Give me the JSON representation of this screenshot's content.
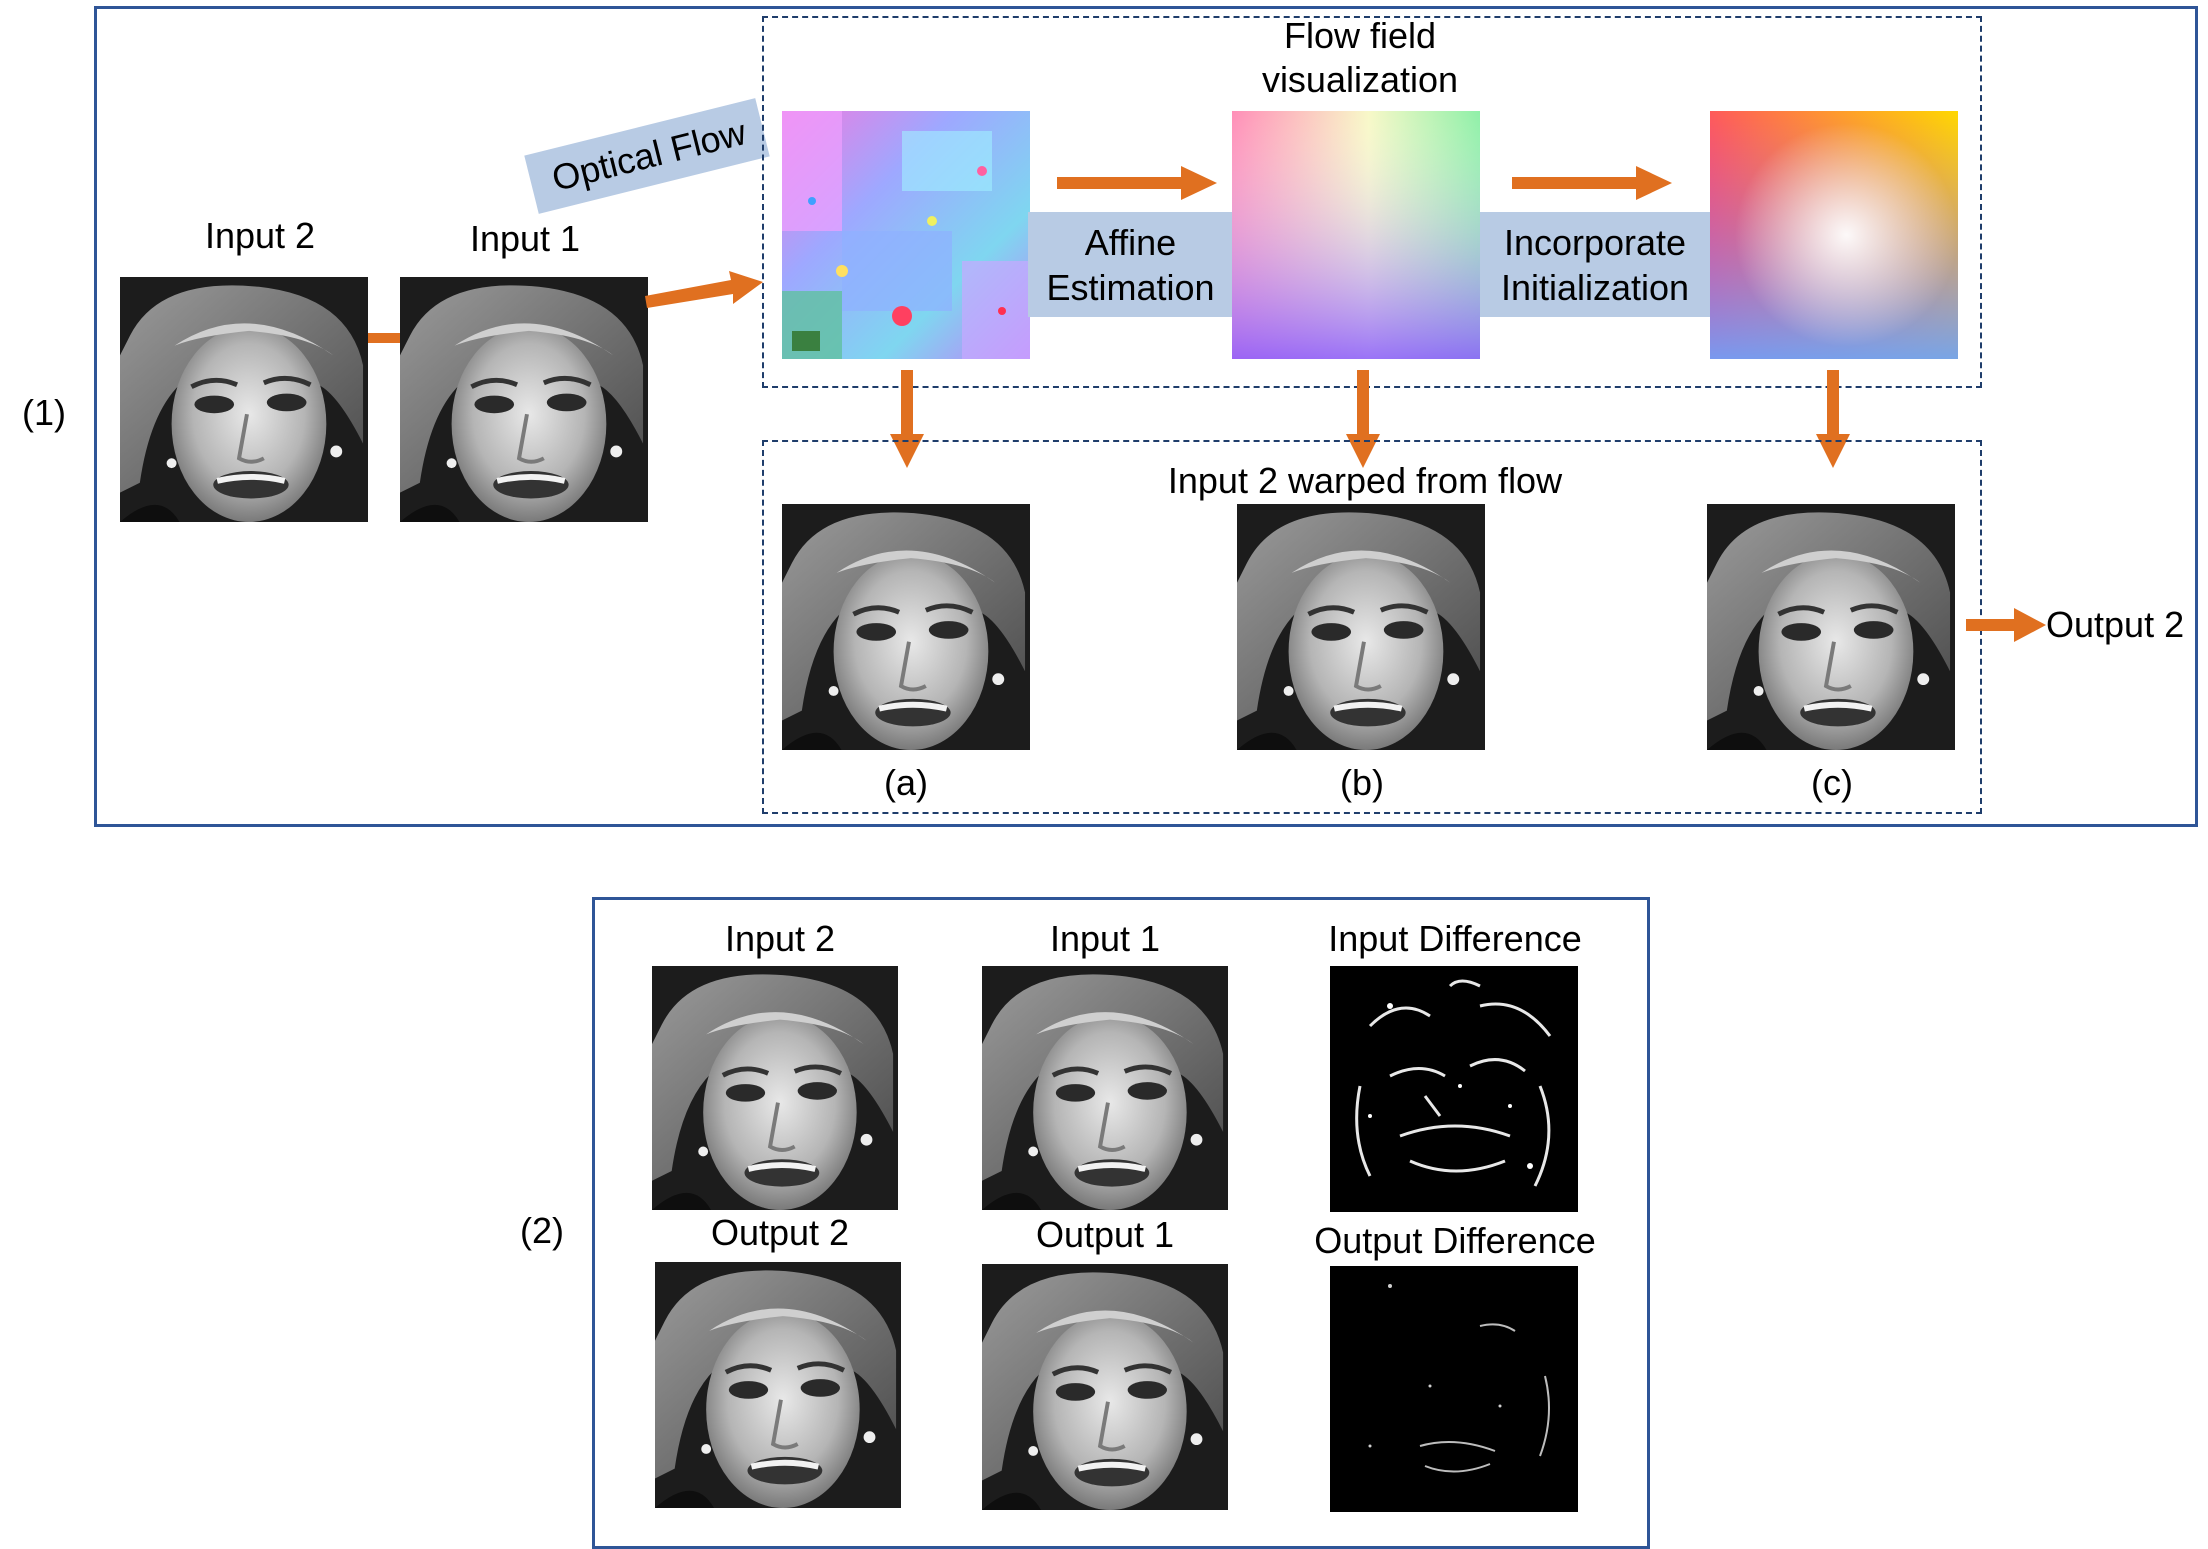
{
  "panel_1": {
    "label": "(1)",
    "input_2": "Input 2",
    "input_1": "Input 1",
    "optical_flow": "Optical Flow",
    "flow_field_title": "Flow field\nvisualization",
    "affine_estimation": "Affine\nEstimation",
    "incorporate_initialization": "Incorporate\nInitialization",
    "warped_title": "Input 2 warped from flow",
    "caption_a": "(a)",
    "caption_b": "(b)",
    "caption_c": "(c)",
    "output_2": "Output 2"
  },
  "panel_2": {
    "label": "(2)",
    "input_2": "Input 2",
    "input_1": "Input 1",
    "input_difference": "Input Difference",
    "output_2": "Output 2",
    "output_1": "Output 1",
    "output_difference": "Output Difference"
  },
  "colors": {
    "panel_border": "#2f5597",
    "dashed_border": "#1f3d6b",
    "arrow": "#e07020",
    "label_box": "#b8cbe4"
  }
}
